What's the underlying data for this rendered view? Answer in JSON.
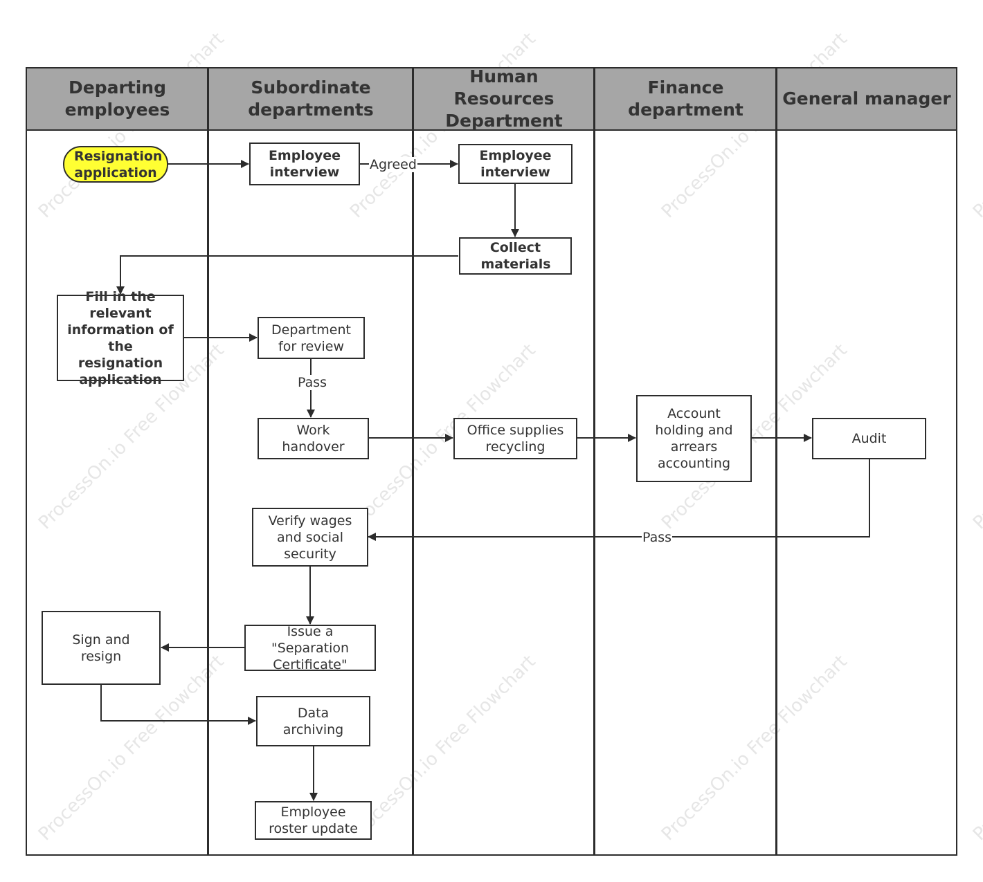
{
  "lanes": [
    {
      "id": "departing",
      "title": "Departing employees"
    },
    {
      "id": "subordinate",
      "title": "Subordinate departments"
    },
    {
      "id": "hr",
      "title": "Human Resources Department"
    },
    {
      "id": "finance",
      "title": "Finance department"
    },
    {
      "id": "gm",
      "title": "General manager"
    }
  ],
  "nodes": {
    "resignation_application": "Resignation application",
    "employee_interview_sub": "Employee interview",
    "employee_interview_hr": "Employee interview",
    "collect_materials": "Collect materials",
    "fill_in_info": "Fill in the relevant information of the resignation application",
    "department_review": "Department for review",
    "work_handover": "Work handover",
    "office_supplies": "Office supplies recycling",
    "account_holding": "Account holding and arrears accounting",
    "audit": "Audit",
    "verify_wages": "Verify wages and social security",
    "issue_certificate": "Issue a \"Separation Certificate\"",
    "sign_resign": "Sign and resign",
    "data_archiving": "Data archiving",
    "roster_update": "Employee roster update"
  },
  "edge_labels": {
    "agreed": "Agreed",
    "pass_review": "Pass",
    "pass_audit": "Pass"
  },
  "watermark": "ProcessOn.io Free Flowchart",
  "colors": {
    "header_fill": "#a6a6a6",
    "start_fill": "#ffff33",
    "line": "#2c2c2c"
  }
}
